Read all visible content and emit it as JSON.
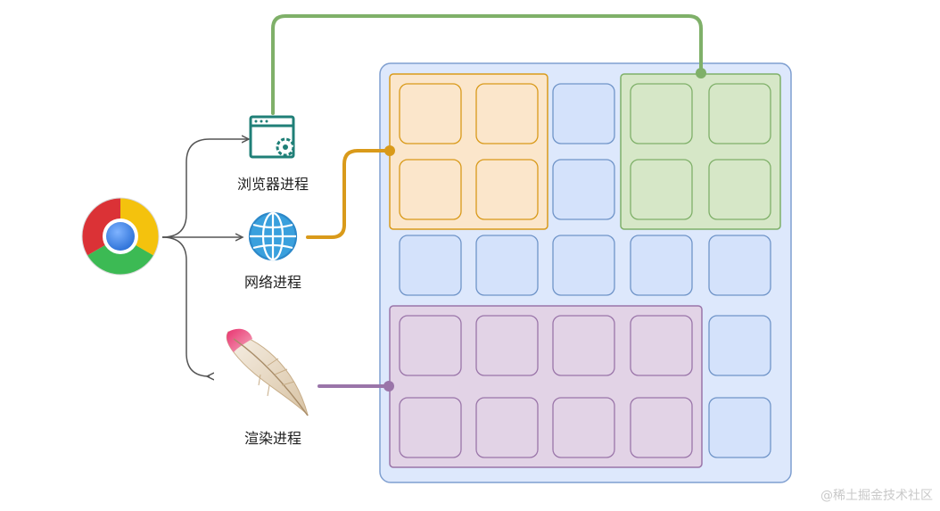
{
  "processes": [
    {
      "key": "browser",
      "label": "浏览器进程",
      "icon": "browser-window-gear-icon",
      "color": "#7fb069"
    },
    {
      "key": "network",
      "label": "网络进程",
      "icon": "globe-icon",
      "color": "#d99a1a"
    },
    {
      "key": "renderer",
      "label": "渲染进程",
      "icon": "feather-quill-icon",
      "color": "#9a75a9"
    }
  ],
  "source_icon": "chrome-logo-icon",
  "grid": {
    "rows": 5,
    "cols": 5,
    "tile_fill": "#d4e2fb",
    "tile_stroke": "#6f94c8",
    "container_fill": "#dde8fc",
    "container_stroke": "#7f9fd0"
  },
  "groups": [
    {
      "name": "browser-group",
      "process": "browser",
      "rows": [
        0,
        1
      ],
      "cols": [
        3,
        4
      ],
      "fill": "#d6e7c7",
      "stroke": "#7fb069"
    },
    {
      "name": "network-group",
      "process": "network",
      "rows": [
        0,
        1
      ],
      "cols": [
        0,
        1
      ],
      "fill": "#fbe6cb",
      "stroke": "#d99a1a"
    },
    {
      "name": "renderer-group",
      "process": "renderer",
      "rows": [
        3,
        4
      ],
      "cols": [
        0,
        3
      ],
      "fill": "#e2d3e6",
      "stroke": "#9a75a9"
    }
  ],
  "watermark": "@稀土掘金技术社区"
}
